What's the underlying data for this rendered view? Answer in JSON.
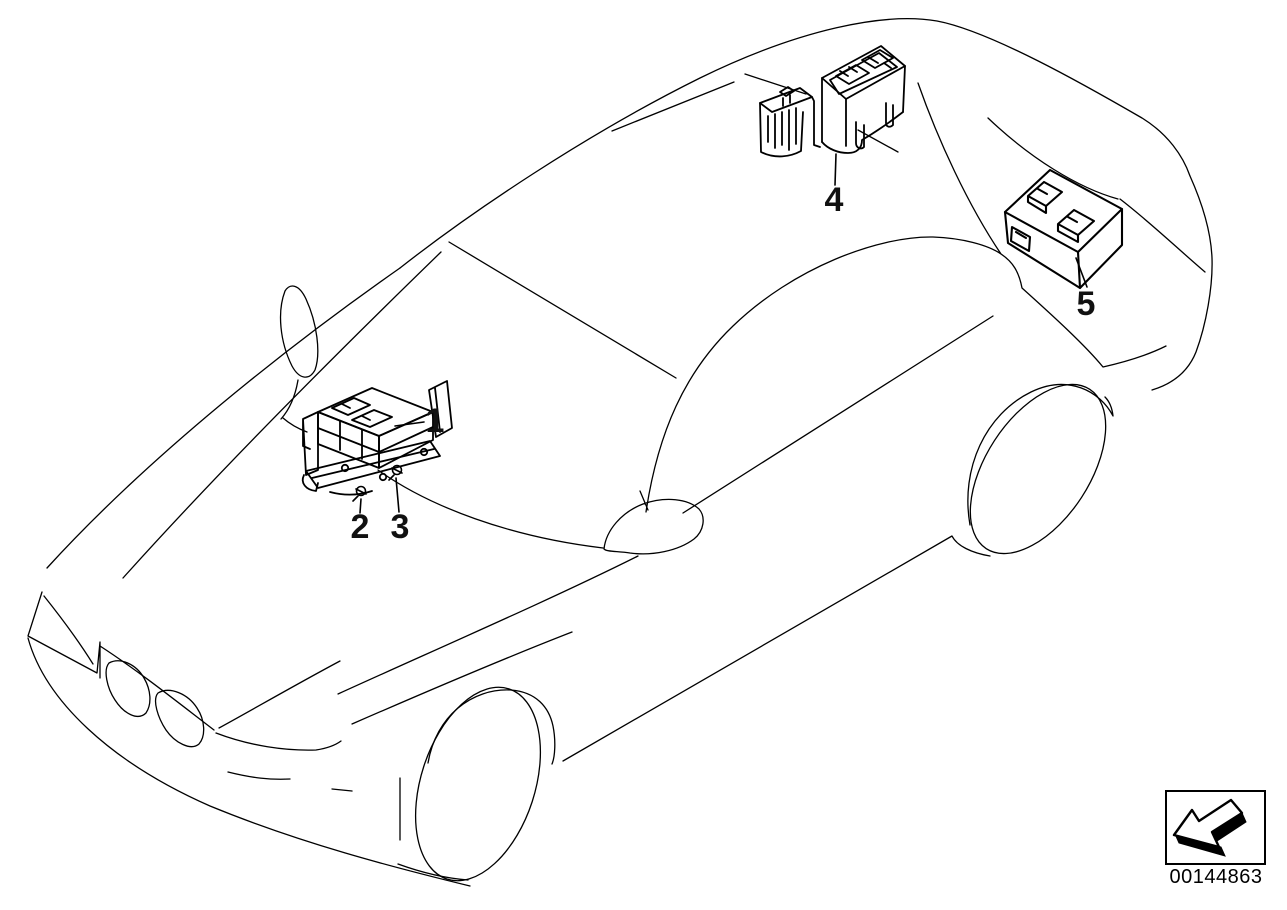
{
  "diagram": {
    "type": "parts-location-line-drawing",
    "vehicle": "sedan-front-left-aerial-outline",
    "callouts": {
      "c1": "1",
      "c2": "2",
      "c3": "3",
      "c4": "4",
      "c5": "5"
    }
  },
  "stamp": {
    "doc_number": "00144863",
    "icon": "page-turn-arrow-icon"
  },
  "colors": {
    "line": "#000000",
    "background": "#ffffff"
  }
}
